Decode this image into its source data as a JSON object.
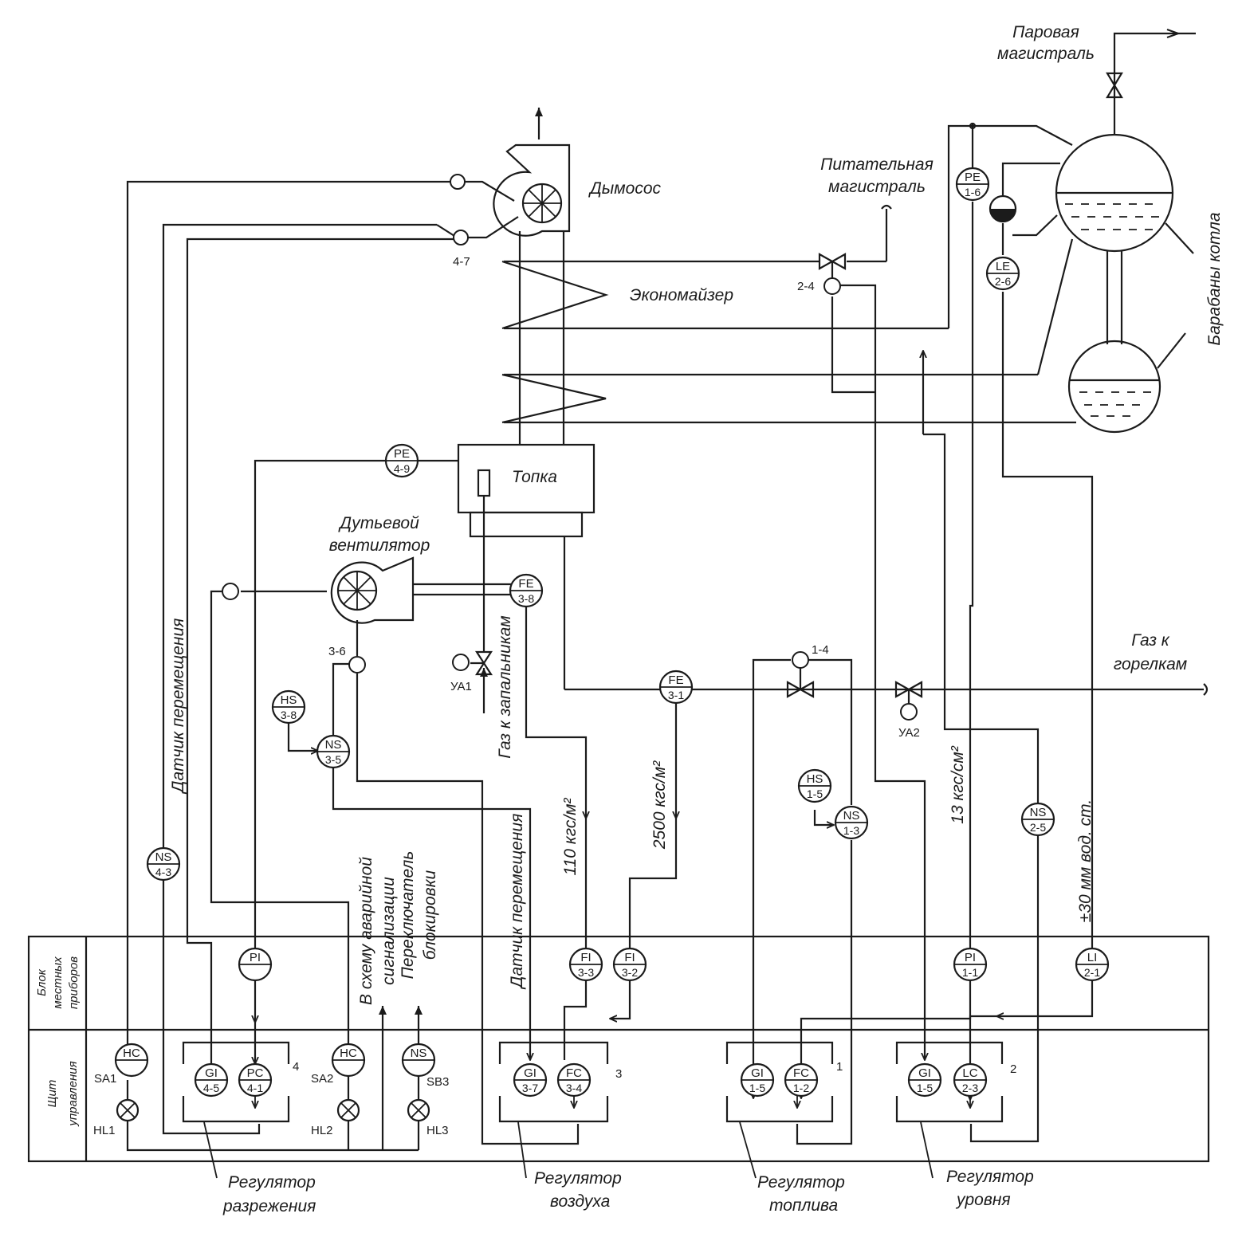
{
  "labels": {
    "steam_main": [
      "Паровая",
      "магистраль"
    ],
    "smoke_exhauster": "Дымосос",
    "feed_main": [
      "Питательная",
      "магистраль"
    ],
    "economizer": "Экономайзер",
    "drums": "Барабаны котла",
    "furnace": "Топка",
    "blower_fan": [
      "Дутьевой",
      "вентилятор"
    ],
    "gas_to_burners": [
      "Газ к",
      "горелкам"
    ],
    "gas_to_igniters": "Газ к запальникам",
    "position_sensor": "Датчик перемещения",
    "alarm_circuit": [
      "В схему аварийной",
      "сигнализации"
    ],
    "lock_switch": [
      "Переключатель",
      "блокировки"
    ],
    "panel_local": [
      "Блок",
      "местных",
      "приборов"
    ],
    "panel_control": [
      "Щит",
      "управления"
    ],
    "p110": "110 кгс/м²",
    "p2500": "2500 кгс/м²",
    "p13": "13 кгс/см²",
    "lvl30": "±30 мм вод. ст.",
    "pos_47": "4-7",
    "pos_24": "2-4",
    "pos_14": "1-4",
    "pos_36": "3-6",
    "num_4": "4",
    "num_3": "3",
    "num_1": "1",
    "num_2": "2"
  },
  "instruments": {
    "pe16": [
      "PE",
      "1-6"
    ],
    "le26": [
      "LE",
      "2-6"
    ],
    "pe49": [
      "PE",
      "4-9"
    ],
    "fe38": [
      "FE",
      "3-8"
    ],
    "fe31": [
      "FE",
      "3-1"
    ],
    "hs38": [
      "HS",
      "3-8"
    ],
    "ns35": [
      "NS",
      "3-5"
    ],
    "hs15": [
      "HS",
      "1-5"
    ],
    "ns13": [
      "NS",
      "1-3"
    ],
    "ns25": [
      "NS",
      "2-5"
    ],
    "ns43": [
      "NS",
      "4-3"
    ],
    "pi_local": [
      "PI",
      ""
    ],
    "fi33": [
      "FI",
      "3-3"
    ],
    "fi32": [
      "FI",
      "3-2"
    ],
    "pi11": [
      "PI",
      "1-1"
    ],
    "li21": [
      "LI",
      "2-1"
    ],
    "hc1": [
      "HC",
      ""
    ],
    "gi45": [
      "GI",
      "4-5"
    ],
    "pc41": [
      "PC",
      "4-1"
    ],
    "hc2": [
      "HC",
      ""
    ],
    "ns_sb3": [
      "NS",
      ""
    ],
    "gi37": [
      "GI",
      "3-7"
    ],
    "fc34": [
      "FC",
      "3-4"
    ],
    "gi15a": [
      "GI",
      "1-5"
    ],
    "fc12": [
      "FC",
      "1-2"
    ],
    "gi15b": [
      "GI",
      "1-5"
    ],
    "lc23": [
      "LC",
      "2-3"
    ]
  },
  "designators": {
    "ya1": "УА1",
    "ya2": "УА2",
    "sa1": "SA1",
    "hl1": "HL1",
    "sa2": "SA2",
    "hl2": "HL2",
    "sb3": "SB3",
    "hl3": "HL3"
  },
  "regulators": {
    "rarefaction": [
      "Регулятор",
      "разрежения"
    ],
    "air": [
      "Регулятор",
      "воздуха"
    ],
    "fuel": [
      "Регулятор",
      "топлива"
    ],
    "level": [
      "Регулятор",
      "уровня"
    ]
  }
}
